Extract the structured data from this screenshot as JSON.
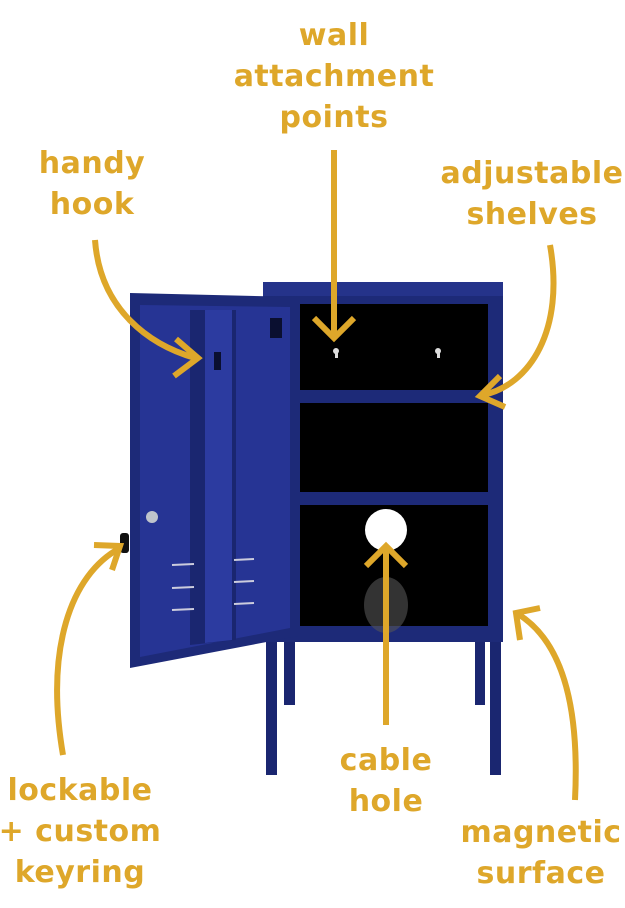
{
  "colors": {
    "accent": "#dea72a",
    "cabinet": "#1d2a78",
    "cabinet_dark": "#141d5c",
    "interior": "#000000"
  },
  "labels": {
    "wall": [
      "wall",
      "attachment",
      "points"
    ],
    "hook": [
      "handy",
      "hook"
    ],
    "shelves": [
      "adjustable",
      "shelves"
    ],
    "cable": [
      "cable",
      "hole"
    ],
    "lock": [
      "lockable",
      "+ custom",
      "keyring"
    ],
    "magnetic": [
      "magnetic",
      "surface"
    ]
  }
}
